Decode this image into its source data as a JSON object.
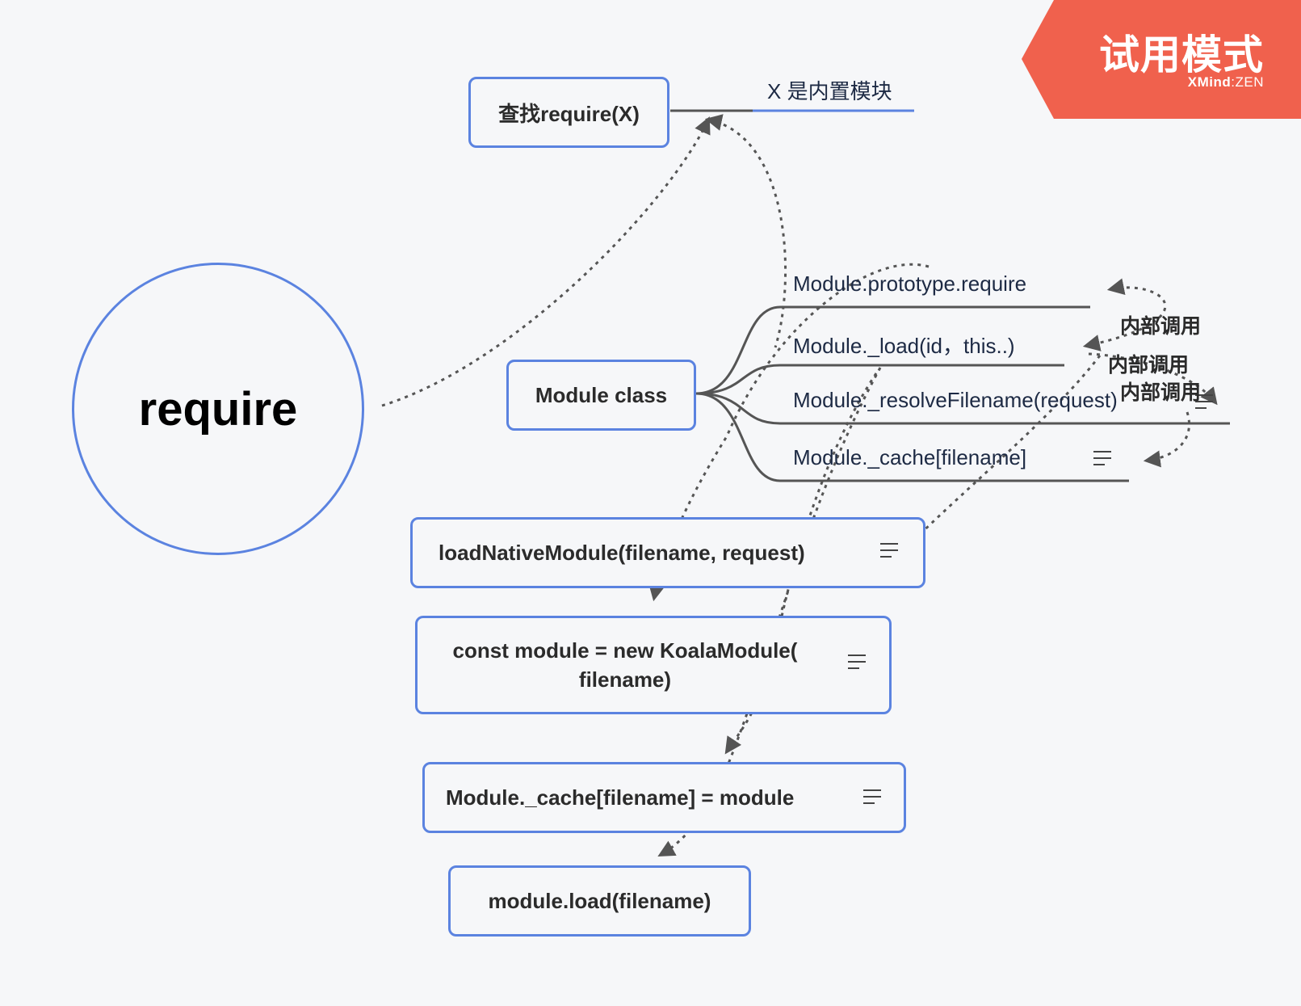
{
  "watermark": {
    "title": "试用模式",
    "brand_bold": "XMind",
    "brand_sep": ":",
    "brand_light": "ZEN",
    "color": "#f0614d"
  },
  "root": {
    "label": "require"
  },
  "find_topic": {
    "label": "查找require(X)"
  },
  "builtin_label": "X 是内置模块",
  "module_class": {
    "label": "Module class",
    "children": [
      "Module.prototype.require",
      "Module._load(id，this..)",
      "Module._resolveFilename(request)",
      "Module._cache[filename]"
    ]
  },
  "internal_call_labels": [
    "内部调用",
    "内部调用",
    "内部调用"
  ],
  "steps": [
    "loadNativeModule(filename, request)",
    "const module = new KoalaModule(\nfilename)",
    "Module._cache[filename] = module",
    "module.load(filename)"
  ],
  "colors": {
    "border": "#5b83e0",
    "connector": "#555555",
    "underline_builtin": "#5b83e0",
    "background": "#f6f7f9"
  },
  "icons": [
    "note-icon"
  ]
}
